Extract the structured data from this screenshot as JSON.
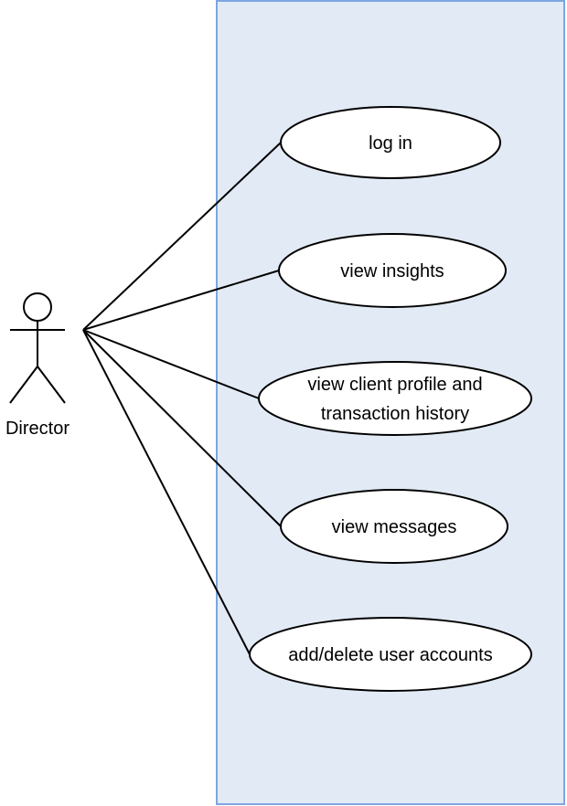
{
  "diagram": {
    "actor": {
      "label": "Director"
    },
    "use_cases": [
      {
        "lines": [
          "log in"
        ]
      },
      {
        "lines": [
          "view insights"
        ]
      },
      {
        "lines": [
          "view client profile and",
          "transaction history"
        ]
      },
      {
        "lines": [
          "view messages"
        ]
      },
      {
        "lines": [
          "add/delete user accounts"
        ]
      }
    ]
  },
  "colors": {
    "system_fill": "#e2eaf5",
    "system_stroke": "#7ea6e0",
    "line": "#000000",
    "ellipse_fill": "#ffffff"
  }
}
